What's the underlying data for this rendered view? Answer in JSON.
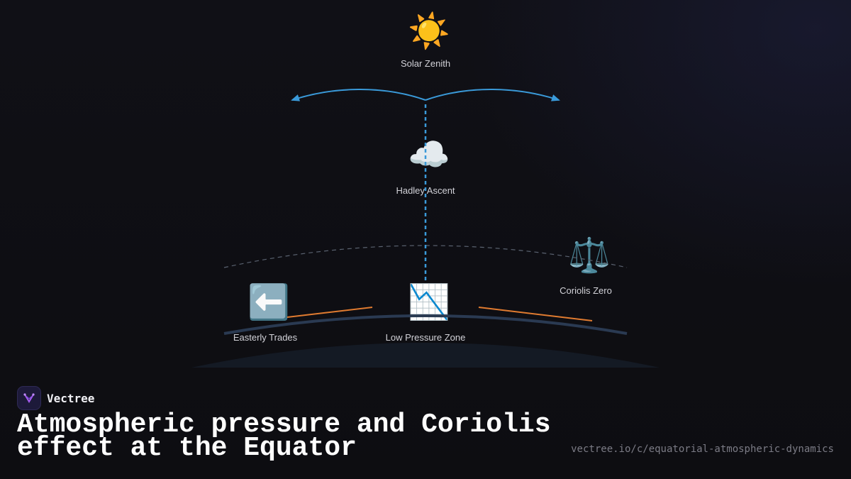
{
  "diagram": {
    "nodes": {
      "solar_zenith": {
        "icon": "sun-icon",
        "glyph": "☀️",
        "label": "Solar Zenith"
      },
      "hadley_ascent": {
        "icon": "cloud-icon",
        "glyph": "☁️",
        "label": "Hadley Ascent"
      },
      "coriolis_zero": {
        "icon": "balance-scale-icon",
        "glyph": "⚖️",
        "label": "Coriolis Zero"
      },
      "easterly_trades": {
        "icon": "left-arrow-icon",
        "glyph": "⬅️",
        "label": "Easterly Trades"
      },
      "low_pressure_zone": {
        "icon": "chart-decreasing-icon",
        "glyph": "📉",
        "label": "Low Pressure Zone"
      }
    },
    "colors": {
      "outflow_arrow": "#3a9ad9",
      "vertical_flow": "#3a9ad9",
      "trade_wind": "#e07b30",
      "surface_curve": "#2a3a52",
      "atmosphere_curve": "#5a6270",
      "planet": "#141a24"
    }
  },
  "footer": {
    "brand_name": "Vectree",
    "title": "Atmospheric pressure and Coriolis effect at the Equator",
    "url": "vectree.io/c/equatorial-atmospheric-dynamics"
  }
}
